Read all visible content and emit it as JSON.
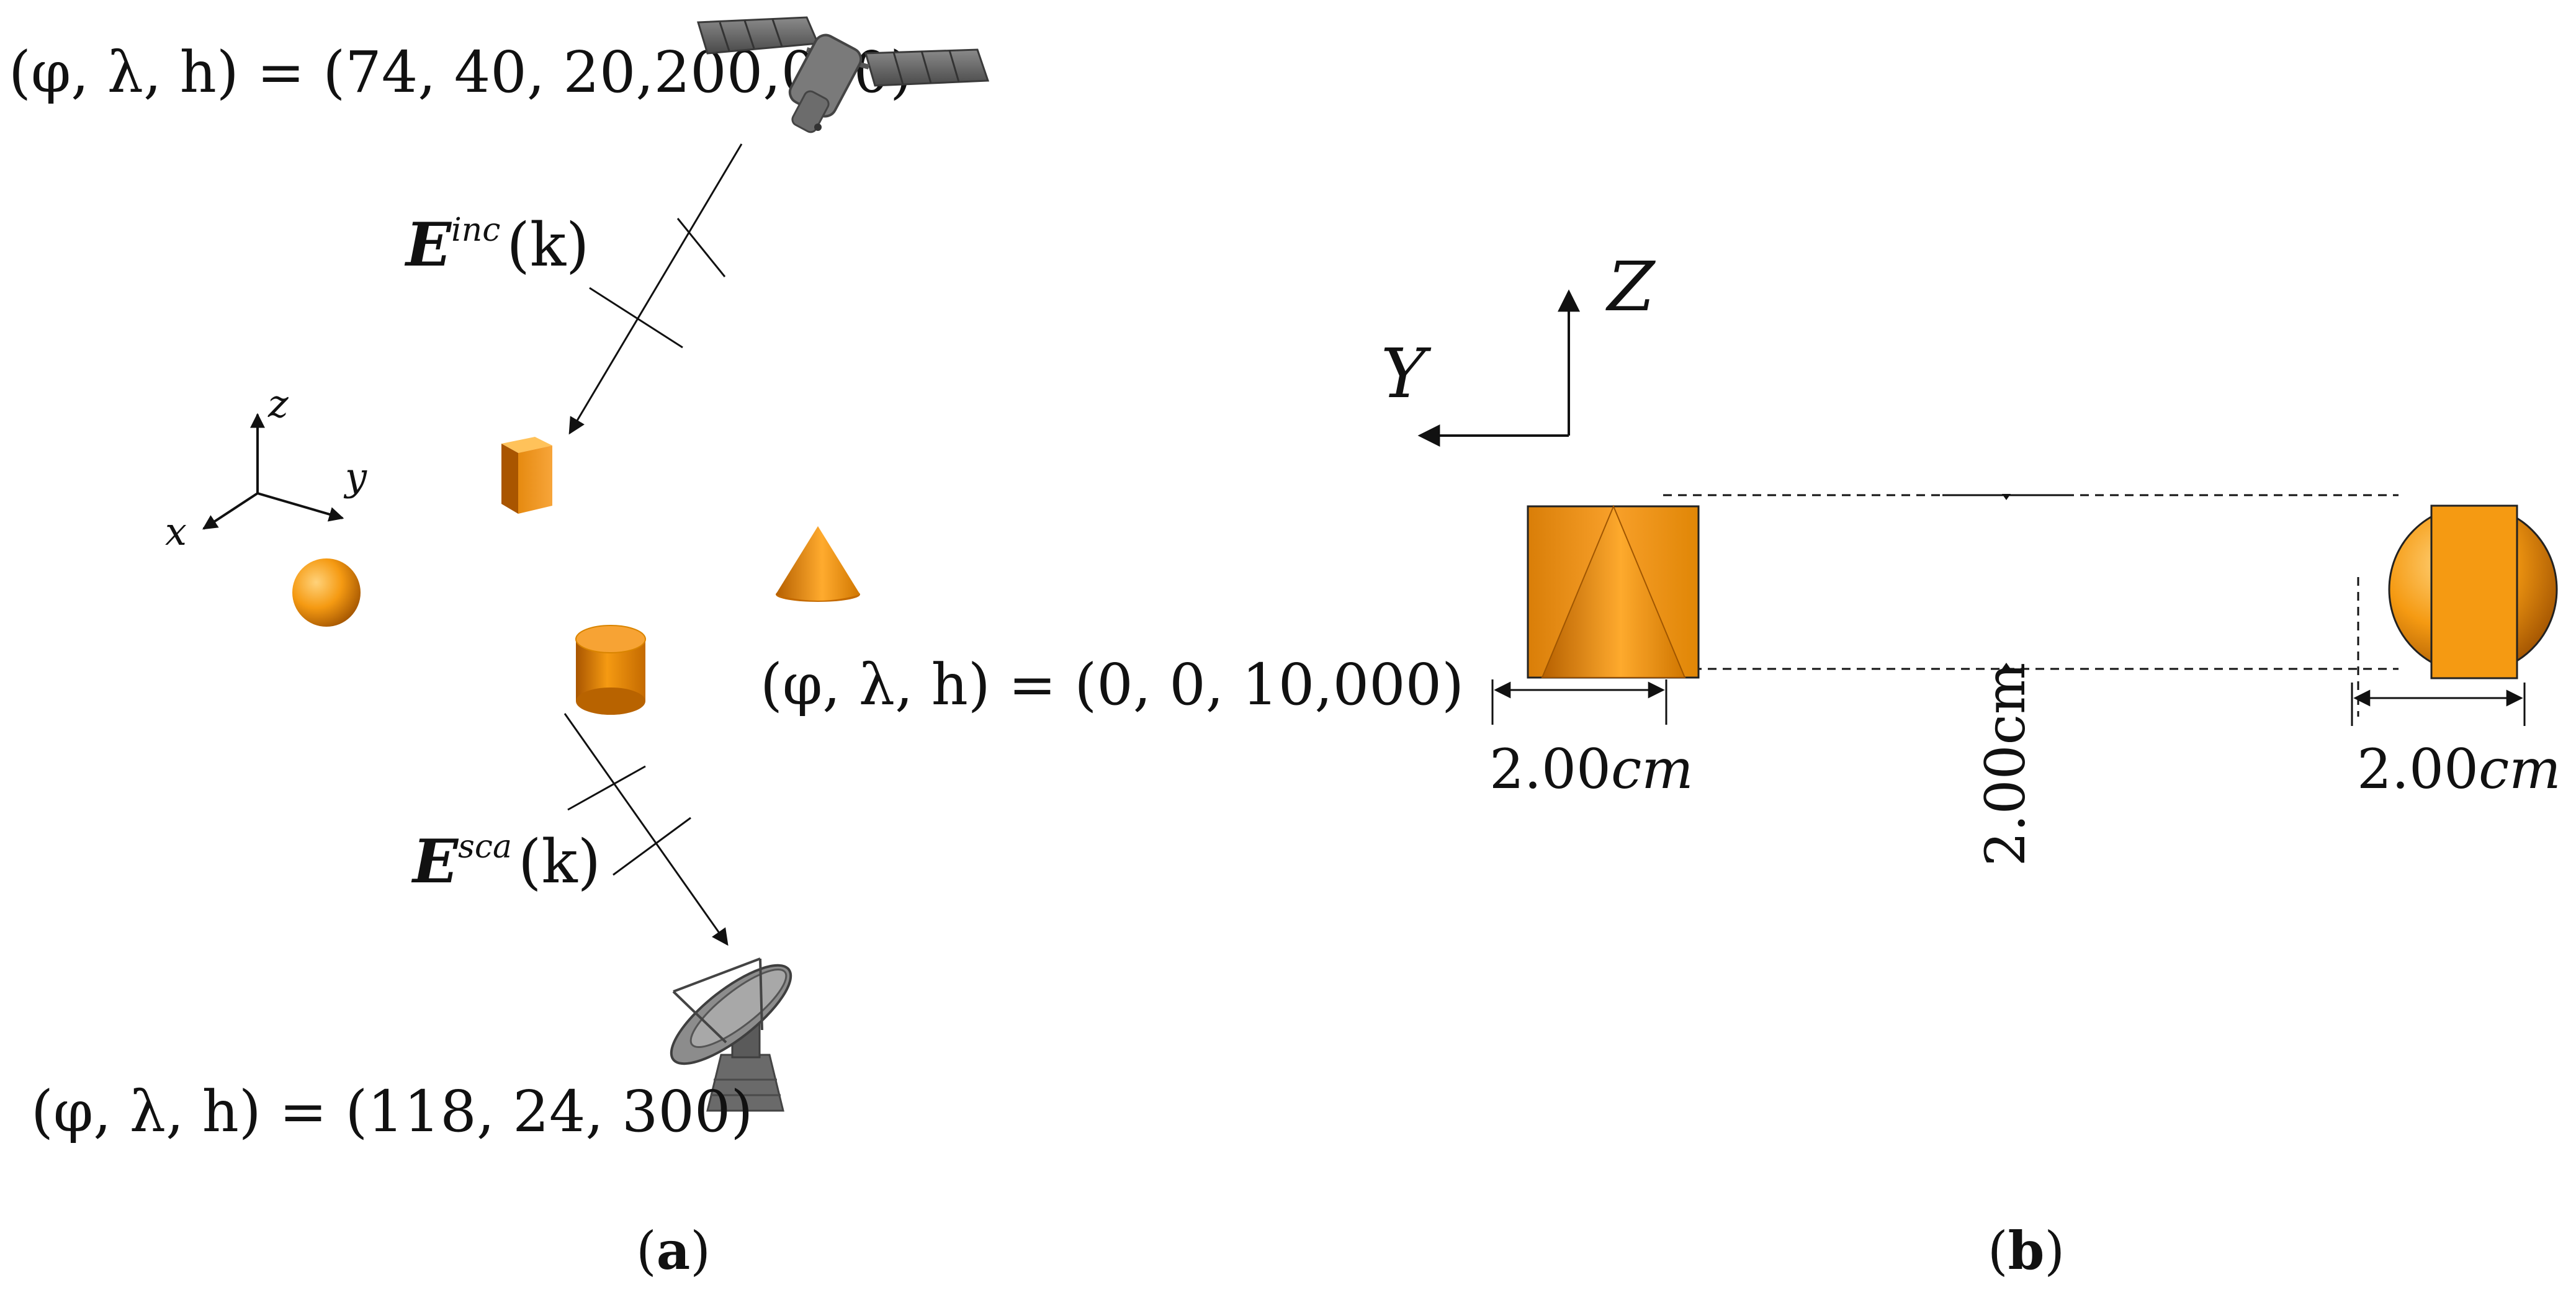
{
  "panel_a": {
    "caption": "a",
    "satellite": {
      "prefix": "(φ, λ, h) = (",
      "values": "74, 40, 20,200,000",
      "suffix": ")"
    },
    "incident_field": {
      "symbol": "E",
      "superscript": "inc",
      "argument": "(k)"
    },
    "scattered_field": {
      "symbol": "E",
      "superscript": "sca",
      "argument": "(k)"
    },
    "target": {
      "prefix": "(φ, λ, h) = (",
      "values": "0, 0, 10,000",
      "suffix": ")"
    },
    "station": {
      "prefix": "(φ, λ, h) = (",
      "values": "118, 24, 300",
      "suffix": ")"
    },
    "axes": {
      "x": "x",
      "y": "y",
      "z": "z"
    }
  },
  "panel_b": {
    "caption": "b",
    "axes": {
      "y": "Y",
      "z": "Z"
    },
    "dim_left": {
      "value": "2.00",
      "unit": "cm"
    },
    "dim_middle": "2.00cm",
    "dim_right": {
      "value": "2.00",
      "unit": "cm"
    }
  },
  "colors": {
    "orange": "#f59a12",
    "orange_dark": "#b55f00",
    "orange_light": "#ffc25a",
    "gray": "#5f5f5f",
    "line": "#111111"
  }
}
